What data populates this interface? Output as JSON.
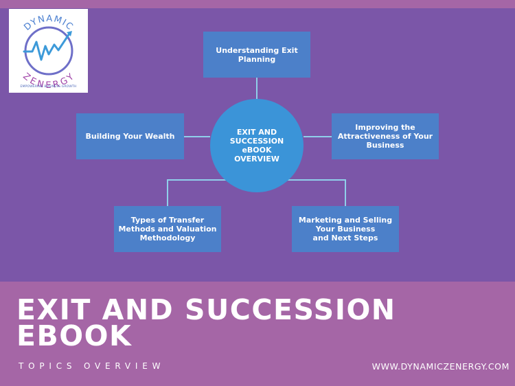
{
  "logo": {
    "word_top": "DYNAMIC",
    "word_bottom": "ZENERGY",
    "tagline": "EMPOWERING BUSINESS GROWTH"
  },
  "diagram": {
    "center": "EXIT AND\nSUCCESSION\neBOOK\nOVERVIEW",
    "topics": {
      "understanding": "Understanding Exit\nPlanning",
      "wealth": "Building Your Wealth",
      "attractiveness": "Improving the\nAttractiveness of Your\nBusiness",
      "transfer": "Types of Transfer\nMethods and Valuation\nMethodology",
      "marketing": "Marketing and Selling\nYour Business\nand Next Steps"
    }
  },
  "footer": {
    "title": "EXIT AND SUCCESSION\nEBOOK",
    "subtitle": "TOPICS OVERVIEW",
    "website": "WWW.DYNAMICZENERGY.COM"
  },
  "colors": {
    "background_band": "#a566a6",
    "panel": "#7b56a8",
    "box": "#4c80c9",
    "center_circle": "#3b94d8",
    "connector": "#8fd0ea"
  }
}
